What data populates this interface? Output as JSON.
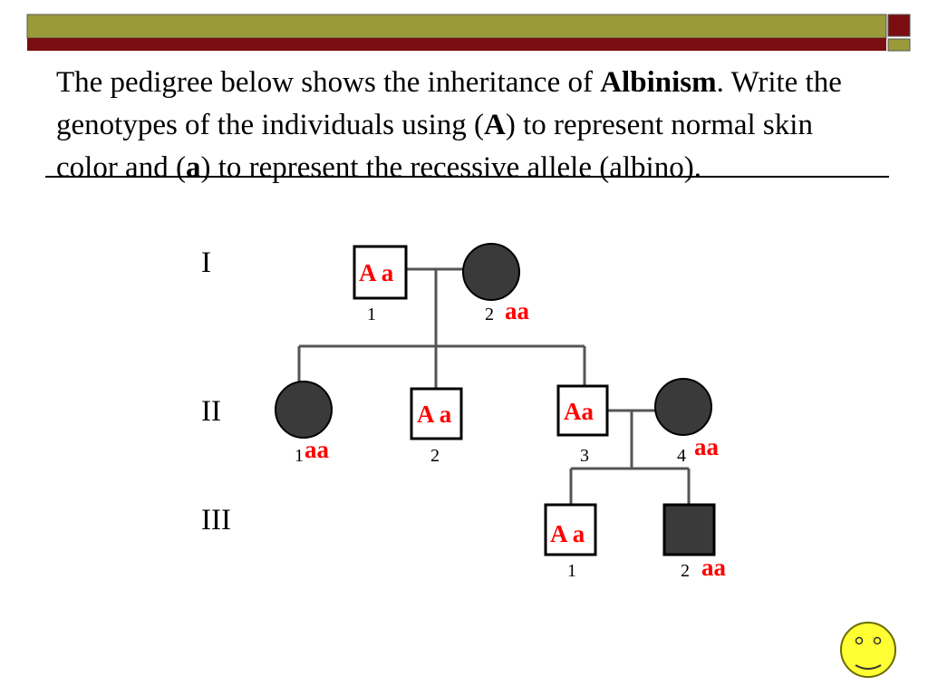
{
  "slide": {
    "title_parts": {
      "p1": "The pedigree below shows the inheritance of ",
      "p2": "Albinism",
      "p3": ". Write the genotypes of the individuals using (",
      "p4": "A",
      "p5": ") to represent normal skin color and (",
      "p6": "a",
      "p7": ") to represent the recessive allele (albino)."
    },
    "colors": {
      "accent_olive": "#9a9a3a",
      "accent_maroon": "#7a0e10",
      "affected_fill": "#3a3a3a",
      "genotype_text": "#ff0000",
      "smiley_fill": "#ffff33"
    }
  },
  "pedigree": {
    "generations": [
      "I",
      "II",
      "III"
    ],
    "individuals": {
      "I1": {
        "number": "1",
        "sex": "male",
        "affected": false,
        "genotype": "A a"
      },
      "I2": {
        "number": "2",
        "sex": "female",
        "affected": true,
        "genotype": "aa"
      },
      "II1": {
        "number": "1",
        "sex": "female",
        "affected": true,
        "genotype": "aa"
      },
      "II2": {
        "number": "2",
        "sex": "male",
        "affected": false,
        "genotype": "A a"
      },
      "II3": {
        "number": "3",
        "sex": "male",
        "affected": false,
        "genotype": "Aa"
      },
      "II4": {
        "number": "4",
        "sex": "female",
        "affected": true,
        "genotype": "aa"
      },
      "III1": {
        "number": "1",
        "sex": "male",
        "affected": false,
        "genotype": "A a"
      },
      "III2": {
        "number": "2",
        "sex": "male",
        "affected": true,
        "genotype": "aa"
      }
    }
  },
  "decoration": {
    "icon": "smiley-face-icon"
  }
}
